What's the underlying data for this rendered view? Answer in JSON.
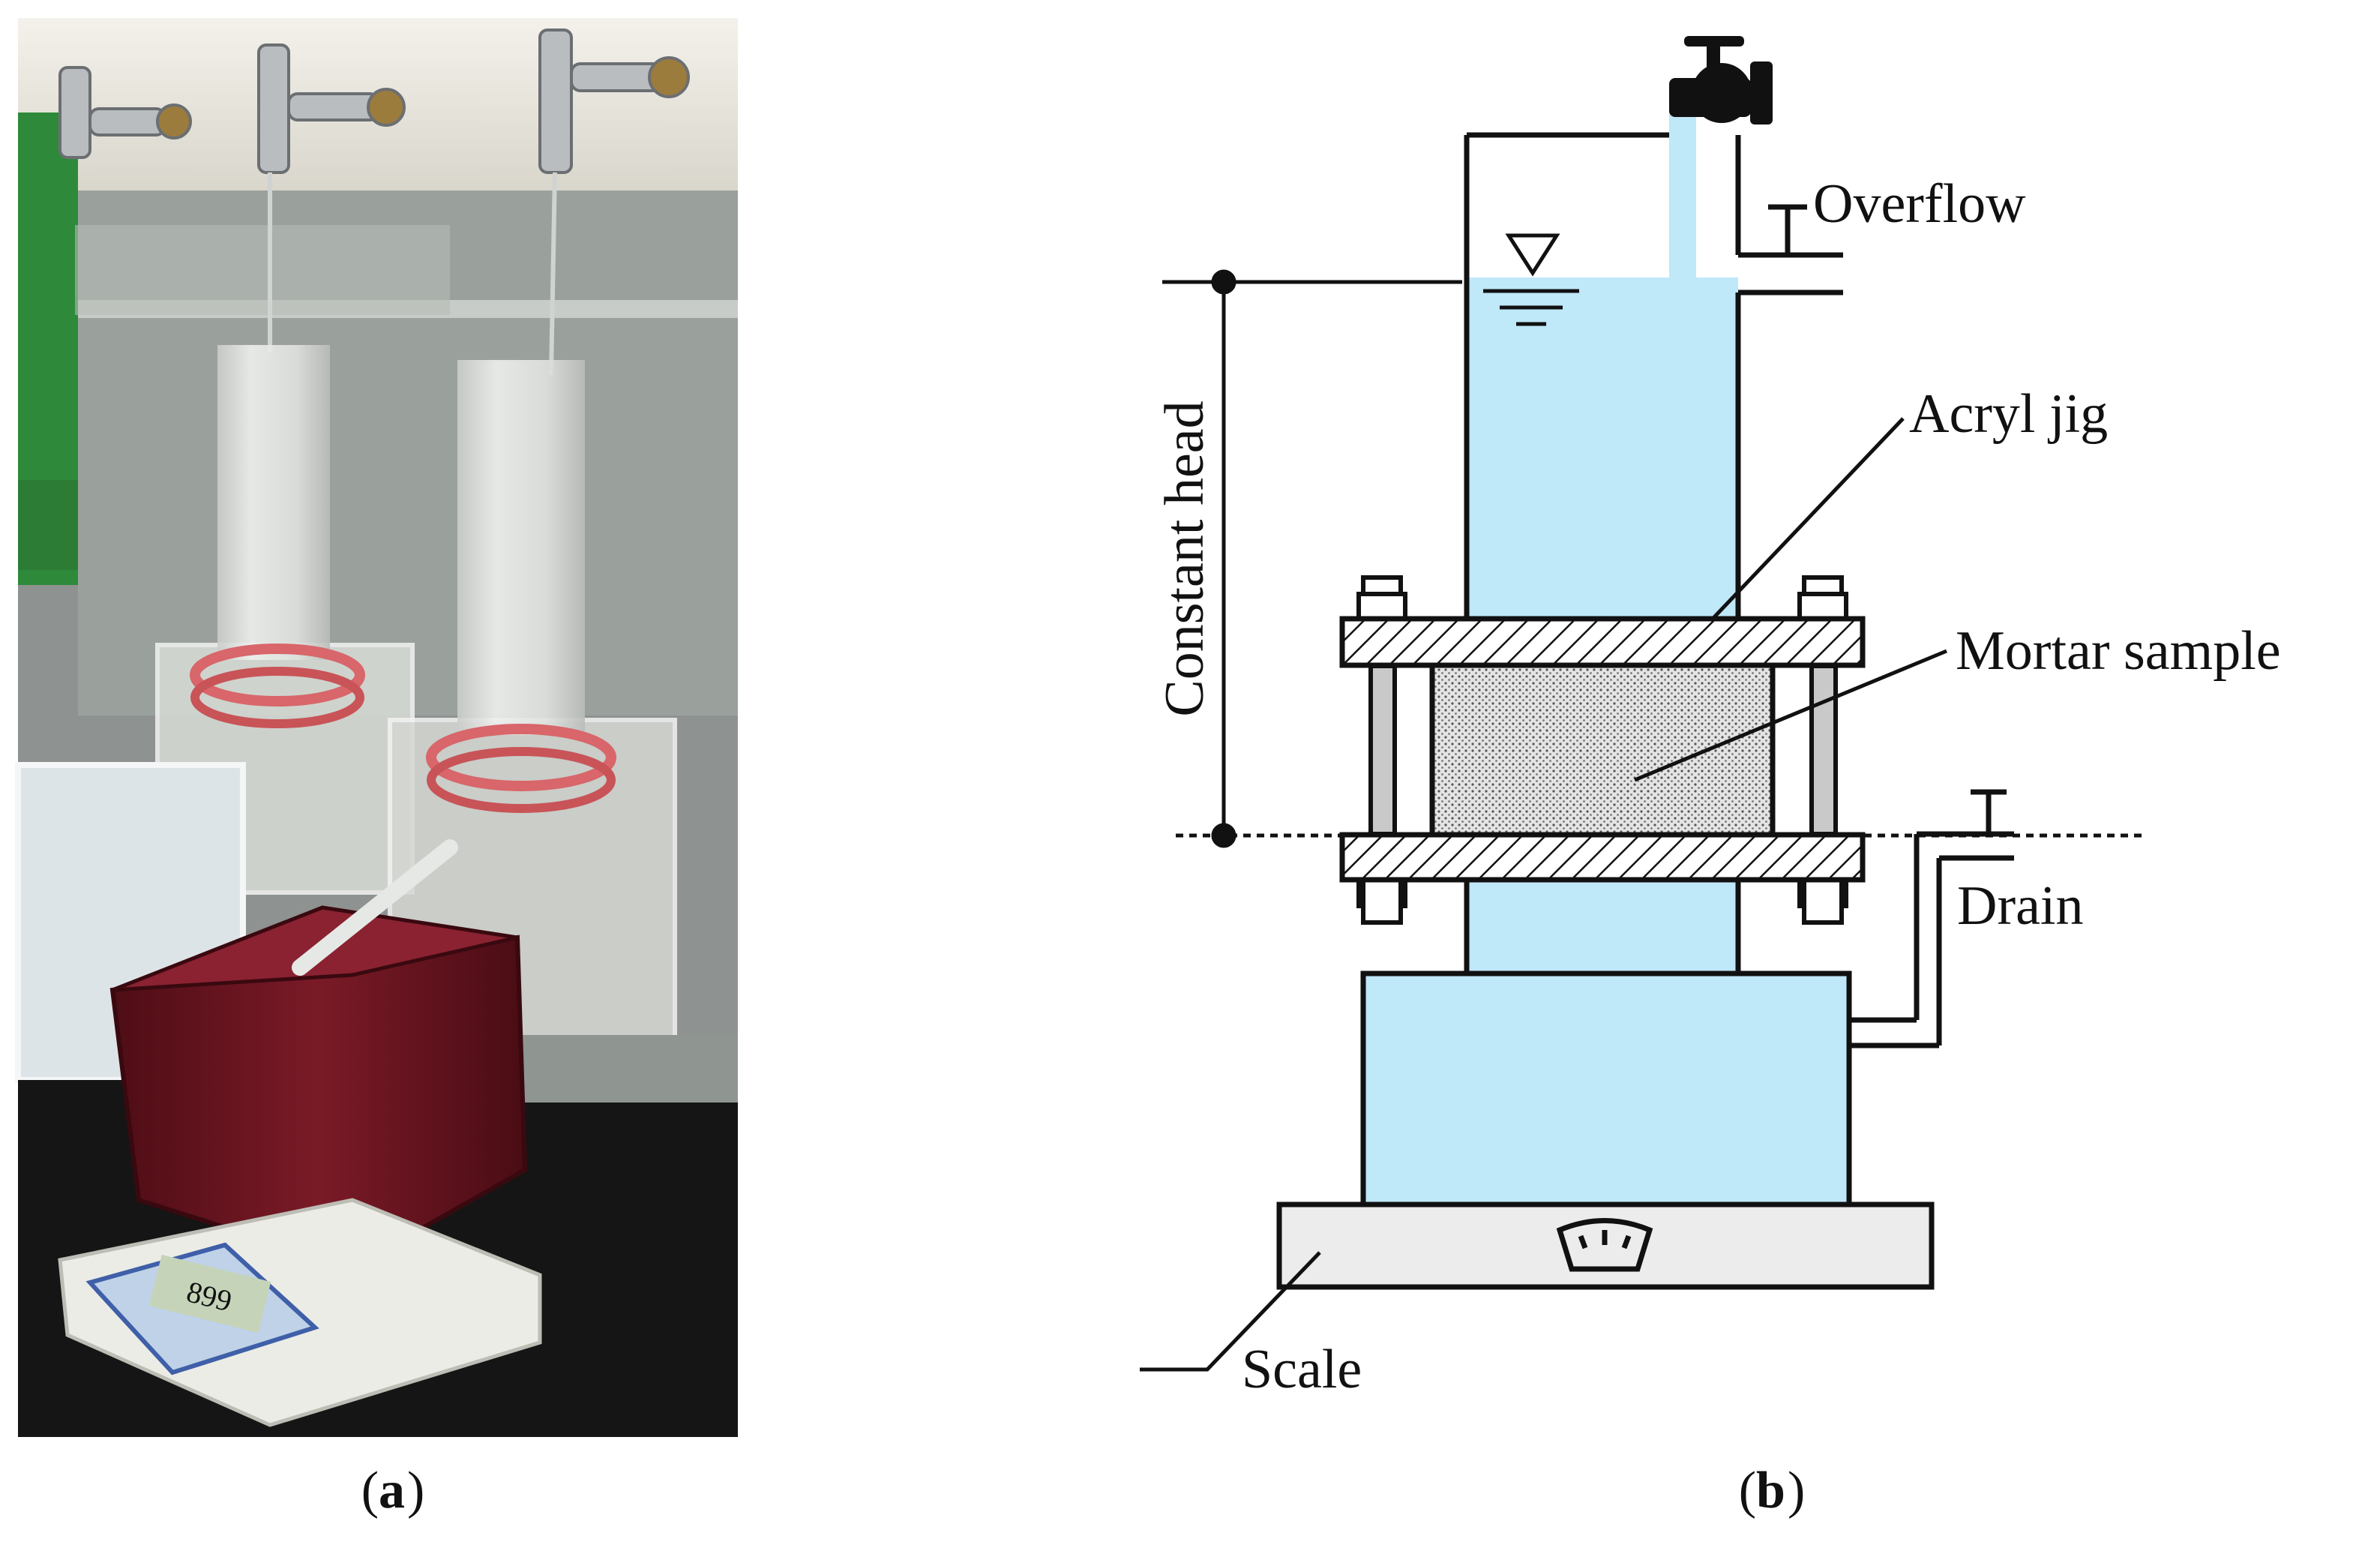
{
  "panel_a": {
    "caption_letter": "a",
    "scale_display": "899"
  },
  "panel_b": {
    "caption_letter": "b",
    "labels": {
      "overflow": "Overflow",
      "acryl_jig": "Acryl jig",
      "mortar_sample": "Mortar sample",
      "constant_head": "Constant head",
      "drain": "Drain",
      "scale": "Scale"
    }
  },
  "colors": {
    "water": "#bfe8f8",
    "outline": "#111111",
    "sample": "#dcdcdc",
    "tub": "#6a1420",
    "bench": "#151515"
  },
  "icons": [
    "water-tap-icon",
    "water-level-icon",
    "weighing-scale-icon"
  ]
}
